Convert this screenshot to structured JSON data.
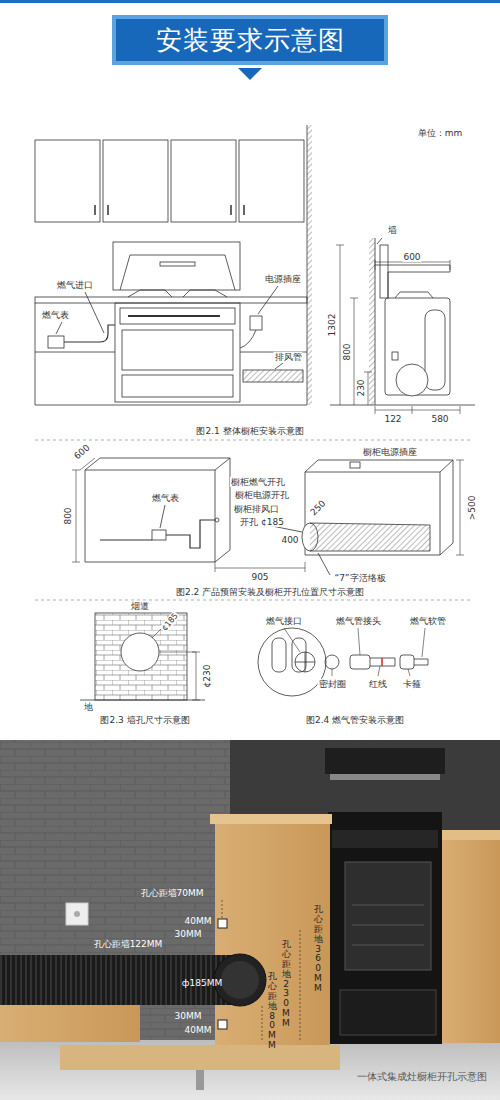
{
  "diagram": {
    "title": "安装要求示意图",
    "caption": "一体式集成灶橱柜开孔示意图",
    "labels": [
      "单位：mm",
      "墙",
      "燃气进口",
      "燃气表",
      "电源插座",
      "排风管",
      "600",
      "1302",
      "800",
      "230",
      "122",
      "580",
      "图2.1  整体橱柜安装示意图",
      "600",
      "800",
      "燃气表",
      "橱柜燃气开孔",
      "橱柜电源开孔",
      "橱柜排风口",
      "开孔 ¢185",
      "橱柜电源插座",
      "250",
      "400",
      ">500",
      "905",
      "“7”字活络板",
      "图2.2  产品预留安装及橱柜开孔位置尺寸示意图",
      "烟道",
      "¢185",
      "¢230",
      "地",
      "图2.3  墙孔尺寸示意图",
      "燃气接口",
      "燃气管接头",
      "燃气软管",
      "密封圈",
      "红线",
      "卡箍",
      "图2.4  燃气管安装示意图",
      "孔心距墙70MM",
      "40MM",
      "30MM",
      "孔心距墙122MM",
      "ф185MM",
      "30MM",
      "40MM",
      "孔心距地80MM",
      "孔心距地230MM",
      "孔心距地360MM"
    ]
  }
}
